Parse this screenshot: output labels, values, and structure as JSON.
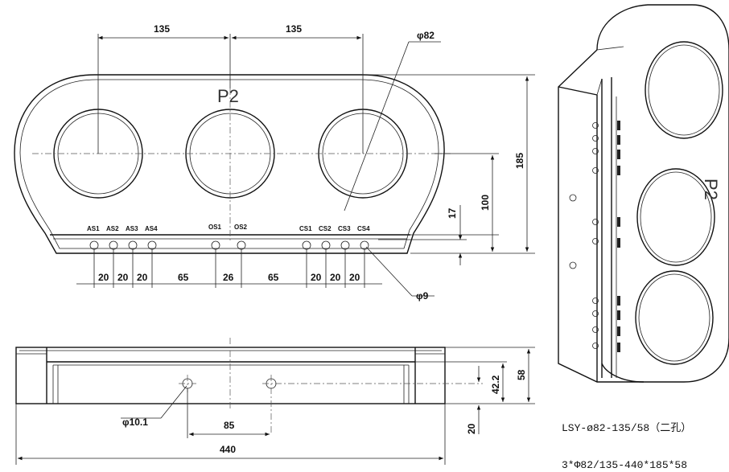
{
  "front_view": {
    "label": "P2",
    "dims": {
      "pitch_left": "135",
      "pitch_right": "135",
      "hole_dia": "φ82",
      "height_total": "185",
      "height_100": "100",
      "dim_17": "17",
      "small_hole": "φ9"
    },
    "terminals": [
      "AS1",
      "AS2",
      "AS3",
      "AS4",
      "OS1",
      "OS2",
      "CS1",
      "CS2",
      "CS3",
      "CS4"
    ],
    "bottom_dims": [
      "20",
      "20",
      "20",
      "65",
      "26",
      "65",
      "20",
      "20",
      "20"
    ]
  },
  "side_view": {
    "dims": {
      "bolt_hole": "φ10.1",
      "bolt_pitch": "85",
      "length": "440",
      "depth_58": "58",
      "depth_42": "42.2",
      "dim_20": "20"
    }
  },
  "perspective": {
    "label": "P2"
  },
  "spec": {
    "line1": "LSY-ø82-135/58（二孔）",
    "line2": "3*Φ82/135-440*185*58"
  }
}
